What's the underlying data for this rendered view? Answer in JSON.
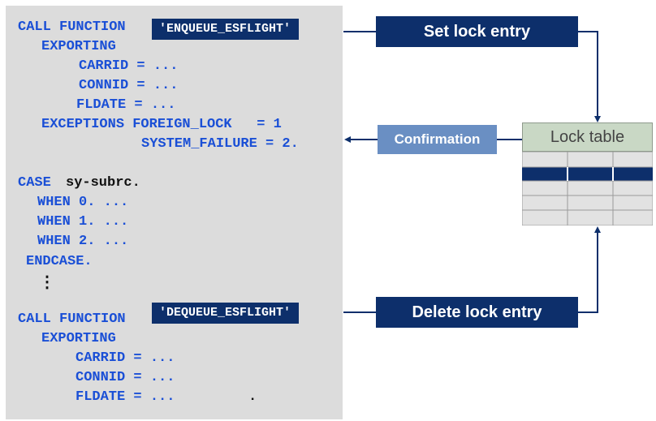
{
  "code_top": {
    "line1": "CALL FUNCTION",
    "function_name": "'ENQUEUE_ESFLIGHT'",
    "line2": "EXPORTING",
    "line3": "CARRID = ...",
    "line4": "CONNID = ...",
    "line5": "FLDATE = ...",
    "line6": "EXCEPTIONS FOREIGN_LOCK   = 1",
    "line7": "SYSTEM_FAILURE = 2."
  },
  "code_middle": {
    "case_keyword": "CASE",
    "case_operand": "sy-subrc.",
    "when0": "WHEN 0. ...",
    "when1": "WHEN 1. ...",
    "when2": "WHEN 2. ...",
    "endcase": "ENDCASE.",
    "ellipsis": "⋮"
  },
  "code_bottom": {
    "line1": "CALL FUNCTION",
    "function_name": "'DEQUEUE_ESFLIGHT'",
    "line2": "EXPORTING",
    "line3": "CARRID = ...",
    "line4": "CONNID = ...",
    "line5": "FLDATE = ...",
    "trailing_dot": "."
  },
  "labels": {
    "set_lock": "Set lock entry",
    "confirmation": "Confirmation",
    "lock_table": "Lock table",
    "delete_lock": "Delete lock entry"
  },
  "colors": {
    "keyword_blue": "#1a4fd6",
    "dark_navy": "#0d2f6b",
    "confirmation_blue": "#6a8fc3",
    "lock_table_header": "#c9d8c5",
    "code_panel": "#dcdcdc"
  }
}
